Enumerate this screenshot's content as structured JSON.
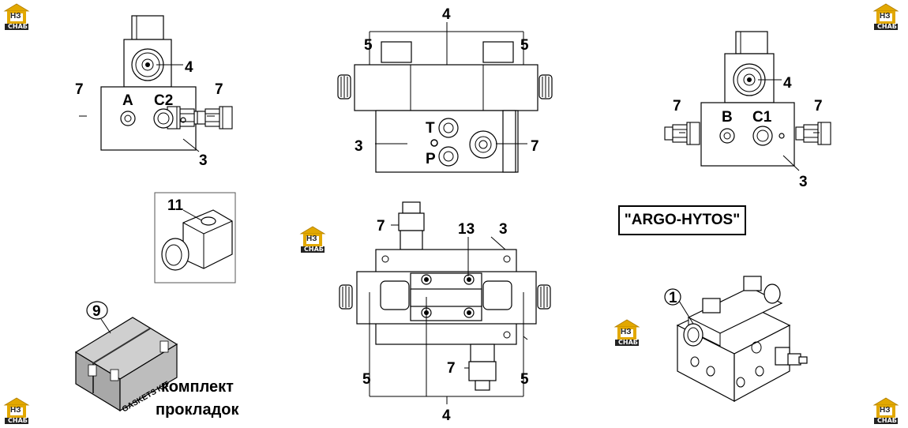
{
  "brand": "\"ARGO-HYTOS\"",
  "caption_line1": "комплект",
  "caption_line2": "прокладок",
  "box_text": "GASKETS KIT",
  "logo_label": "НЗ",
  "logo_sub": "СНАБ",
  "labels": {
    "n1": "1",
    "n3": "3",
    "n4": "4",
    "n5": "5",
    "n7": "7",
    "n9": "9",
    "n11": "11",
    "n13": "13",
    "A": "A",
    "B": "B",
    "C1": "C1",
    "C2": "C2",
    "T": "T",
    "P": "P"
  }
}
